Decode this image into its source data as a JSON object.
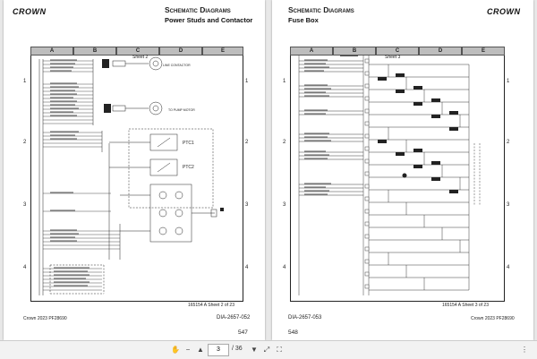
{
  "left_page": {
    "logo": "CROWN",
    "title": "Schematic Diagrams",
    "subtitle": "Power Studs and Contactor",
    "columns": [
      "A",
      "B",
      "C",
      "D",
      "E"
    ],
    "rows": [
      "1",
      "2",
      "3",
      "4"
    ],
    "sheet_label": "Sheet 2",
    "components": {
      "ptc1": "PTC1",
      "ptc2": "PTC2",
      "motor": "TO PUMP MOTOR",
      "motor2": "LINE CONTACTOR"
    },
    "sheet_ref": "165154 A Sheet 2 of 23",
    "doc_left": "Crown 2023 PF28690",
    "doc_number": "DIA-2657-052",
    "page_number": "547"
  },
  "right_page": {
    "logo": "CROWN",
    "title": "Schematic Diagrams",
    "subtitle": "Fuse Box",
    "columns": [
      "A",
      "B",
      "C",
      "D",
      "E"
    ],
    "rows": [
      "1",
      "2",
      "3",
      "4"
    ],
    "sheet_label": "Sheet 3",
    "sheet_ref": "165154 A Sheet 3 of 23",
    "doc_number": "DIA-2657-053",
    "doc_right": "Crown 2023 PF28690",
    "page_number": "548"
  },
  "toolbar": {
    "current_page": "3",
    "total_pages": "/ 36",
    "icons": [
      "hand-icon",
      "zoom-out-icon",
      "page-up-icon",
      "page-down-icon",
      "fit-icon",
      "fullscreen-icon",
      "menu-icon"
    ]
  }
}
